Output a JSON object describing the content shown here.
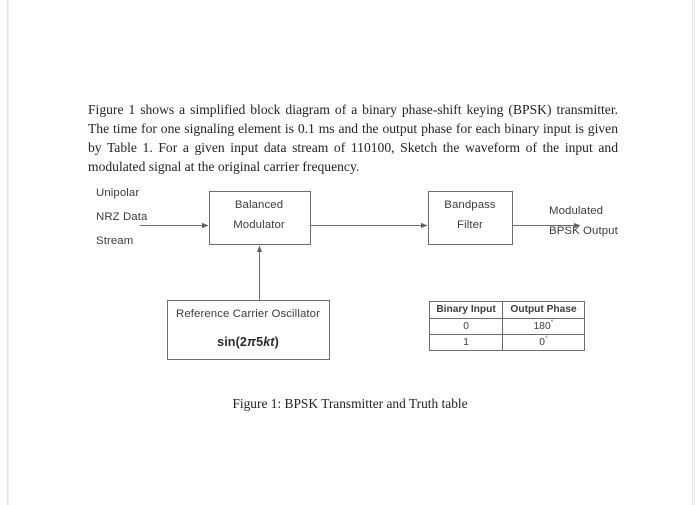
{
  "document": {
    "question_text": "Figure 1 shows a simplified block diagram of a binary phase-shift keying (BPSK) transmitter. The time for one signaling element is 0.1 ms and the output phase for each binary input is given by Table 1. For a given input data stream of 110100, Sketch the waveform of the input and modulated signal at the original carrier frequency.",
    "caption": "Figure 1: BPSK Transmitter and Truth table"
  },
  "diagram": {
    "input_label": {
      "line1": "Unipolar",
      "line2": "NRZ Data",
      "line3": "Stream"
    },
    "balanced_modulator": {
      "line1": "Balanced",
      "line2": "Modulator"
    },
    "bandpass_filter": {
      "line1": "Bandpass",
      "line2": "Filter"
    },
    "output_label": {
      "line1": "Modulated",
      "line2": "BPSK Output"
    },
    "oscillator": {
      "title": "Reference Carrier Oscillator",
      "formula_prefix": "sin(2",
      "formula_pi": "π",
      "formula_amp": "5",
      "formula_var": "kt",
      "formula_suffix": ")"
    }
  },
  "truth_table": {
    "headers": [
      "Binary Input",
      "Output Phase"
    ],
    "rows": [
      {
        "binary_input": "0",
        "phase_value": "180",
        "phase_unit": "°"
      },
      {
        "binary_input": "1",
        "phase_value": "0",
        "phase_unit": "°"
      }
    ]
  },
  "colors": {
    "stroke": "#6b6d72",
    "text": "#3b3d42",
    "body_text": "#22242a",
    "page_edge": "#e3e4e8"
  }
}
